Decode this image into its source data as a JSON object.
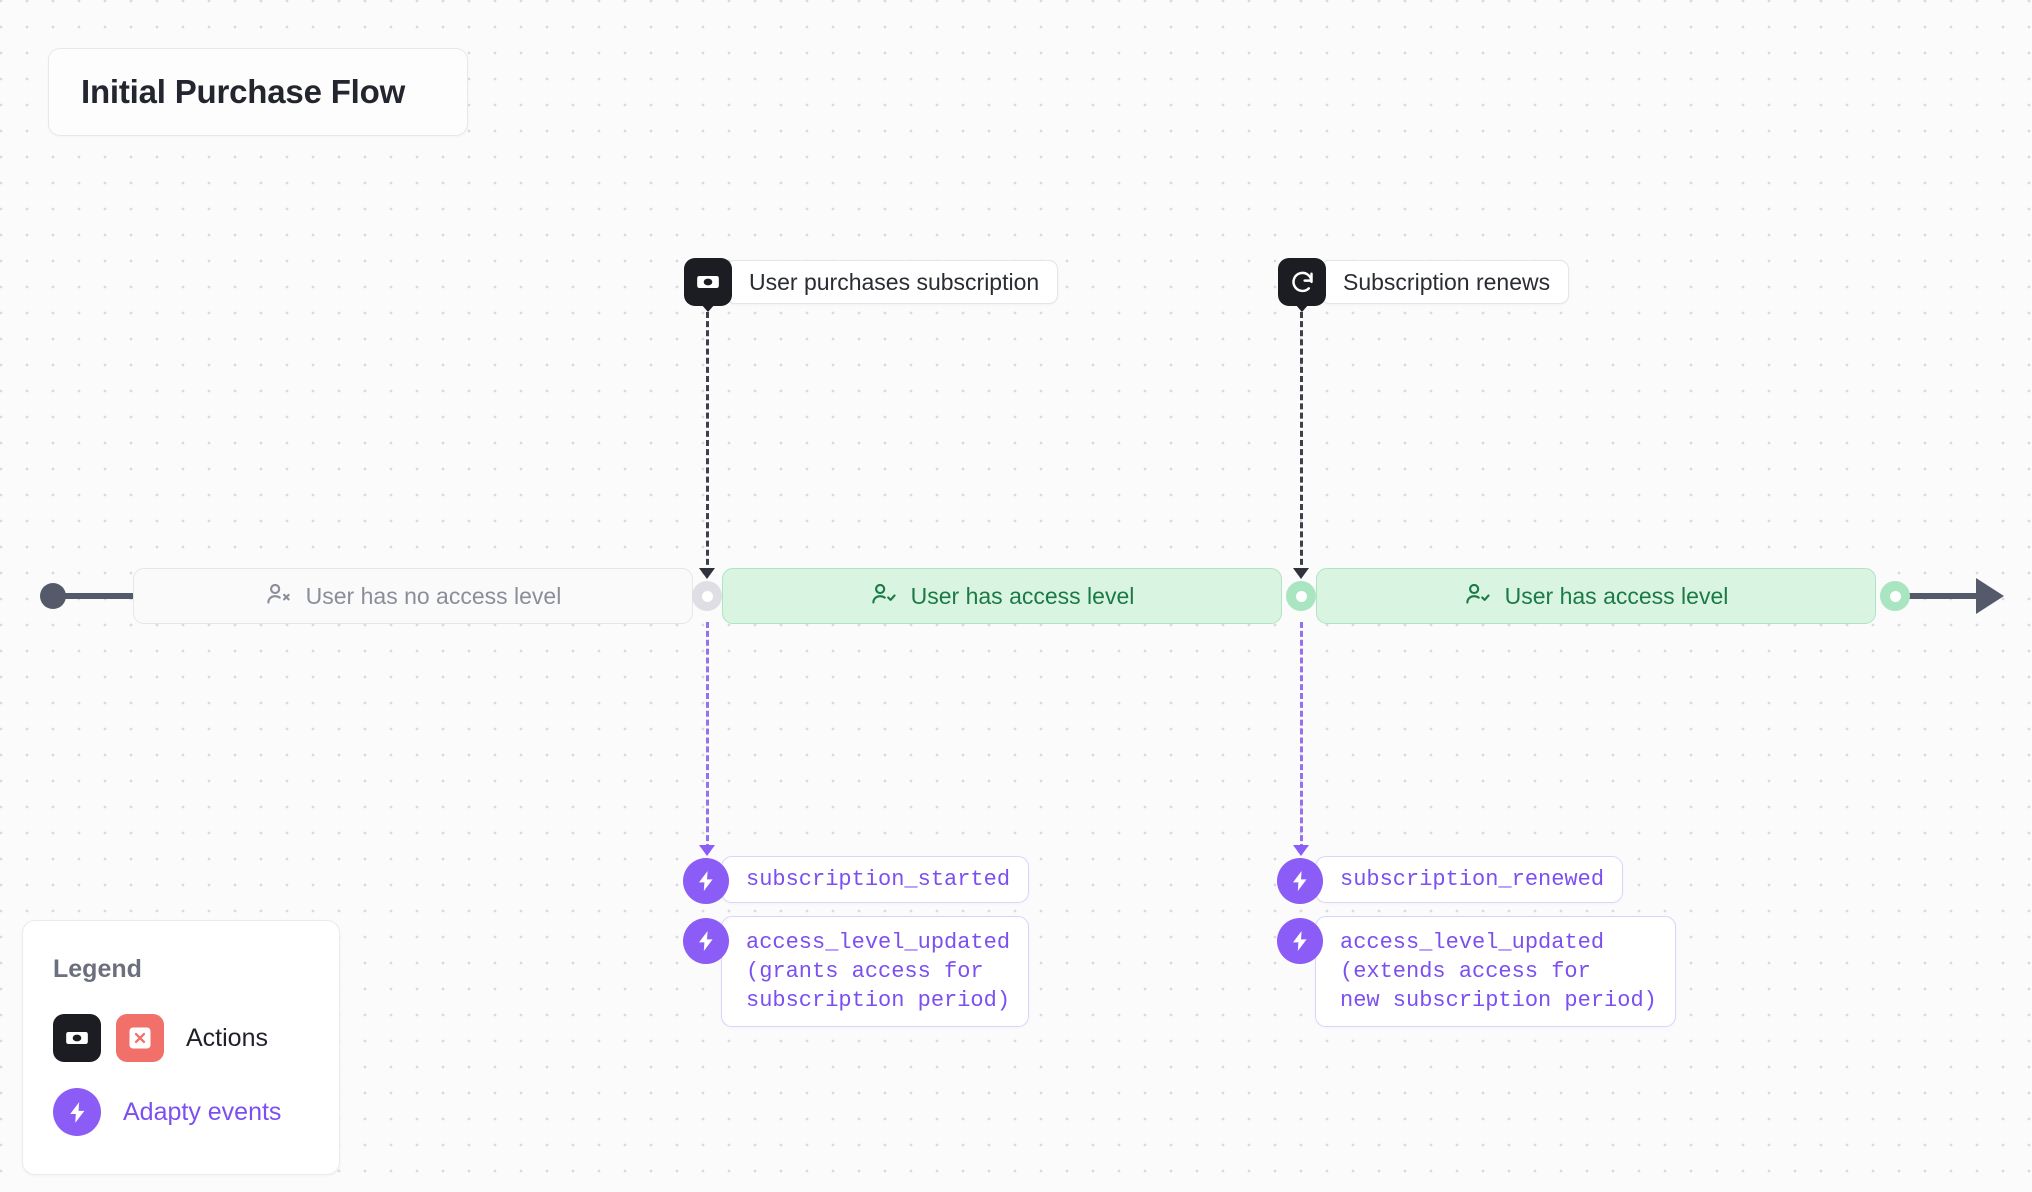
{
  "canvas": {
    "title": "Initial Purchase Flow",
    "background_color": "#fbfbfc",
    "dot_color": "#d9d9de"
  },
  "actions": [
    {
      "id": "purchase",
      "label": "User purchases subscription",
      "icon": "banknote-icon",
      "icon_bg": "#1c1d22"
    },
    {
      "id": "renew",
      "label": "Subscription renews",
      "icon": "refresh-icon",
      "icon_bg": "#1c1d22"
    }
  ],
  "timeline": {
    "start_marker": "start-dot",
    "end_marker": "arrow-right",
    "segments": [
      {
        "id": "no-access",
        "label": "User has no access level",
        "state": "inactive",
        "icon": "user-x-icon",
        "bg_color": "#fafafb",
        "border_color": "#e6e6ea",
        "text_color": "#8b8e9a"
      },
      {
        "id": "access-1",
        "label": "User has access level",
        "state": "active",
        "icon": "user-check-icon",
        "bg_color": "#d9f5e2",
        "border_color": "#aee4c3",
        "text_color": "#1b7a45"
      },
      {
        "id": "access-2",
        "label": "User has access level",
        "state": "active",
        "icon": "user-check-icon",
        "bg_color": "#d9f5e2",
        "border_color": "#aee4c3",
        "text_color": "#1b7a45"
      }
    ]
  },
  "events": {
    "purchase": [
      {
        "id": "subscription_started",
        "text": "subscription_started",
        "icon": "lightning-bolt-icon"
      },
      {
        "id": "access_level_updated_grants",
        "text": "access_level_updated\n(grants access for\nsubscription period)",
        "icon": "lightning-bolt-icon"
      }
    ],
    "renew": [
      {
        "id": "subscription_renewed",
        "text": "subscription_renewed",
        "icon": "lightning-bolt-icon"
      },
      {
        "id": "access_level_updated_extends",
        "text": "access_level_updated\n(extends access for\nnew subscription period)",
        "icon": "lightning-bolt-icon"
      }
    ]
  },
  "legend": {
    "title": "Legend",
    "rows": [
      {
        "id": "actions",
        "label": "Actions",
        "icons": [
          "banknote-icon",
          "x-square-icon"
        ],
        "label_color": "#1f2129"
      },
      {
        "id": "adapty-events",
        "label": "Adapty events",
        "icons": [
          "lightning-bolt-icon"
        ],
        "label_color": "#7c4ff0"
      }
    ]
  },
  "colors": {
    "accent_purple": "#8b5cf6",
    "accent_green": "#d9f5e2",
    "green_text": "#1b7a45",
    "dark": "#1c1d22",
    "red": "#f1706a",
    "slate": "#555a6b"
  }
}
